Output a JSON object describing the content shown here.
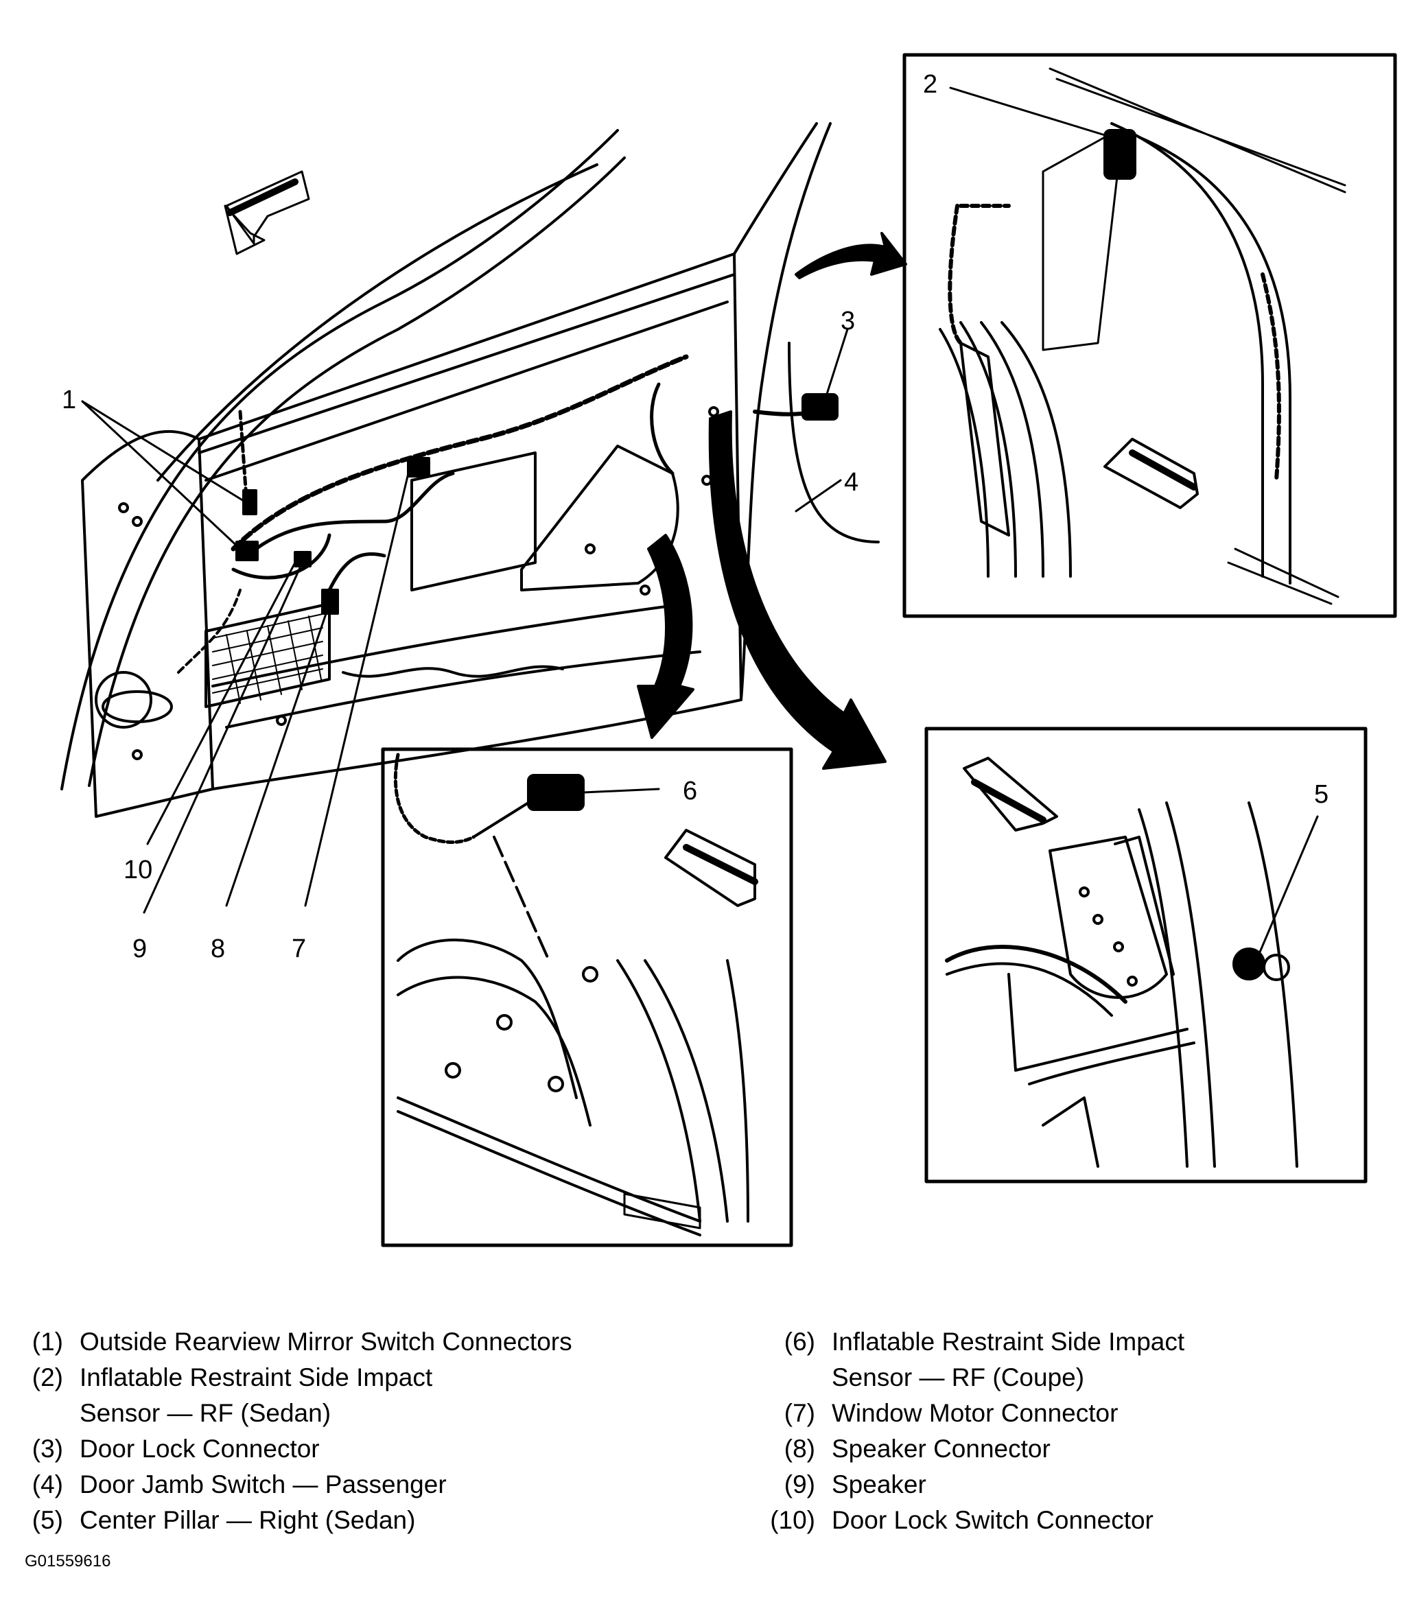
{
  "callouts": {
    "c1": "1",
    "c2": "2",
    "c3": "3",
    "c4": "4",
    "c5": "5",
    "c6": "6",
    "c7": "7",
    "c8": "8",
    "c9": "9",
    "c10": "10"
  },
  "legend": {
    "left": [
      {
        "num": "(1)",
        "lines": [
          "Outside Rearview Mirror Switch Connectors"
        ]
      },
      {
        "num": "(2)",
        "lines": [
          "Inflatable Restraint Side Impact",
          "Sensor — RF (Sedan)"
        ]
      },
      {
        "num": "(3)",
        "lines": [
          "Door Lock Connector"
        ]
      },
      {
        "num": "(4)",
        "lines": [
          "Door Jamb Switch — Passenger"
        ]
      },
      {
        "num": "(5)",
        "lines": [
          "Center Pillar — Right (Sedan)"
        ]
      }
    ],
    "right": [
      {
        "num": "(6)",
        "lines": [
          "Inflatable Restraint Side Impact",
          "Sensor — RF (Coupe)"
        ]
      },
      {
        "num": "(7)",
        "lines": [
          "Window Motor Connector"
        ]
      },
      {
        "num": "(8)",
        "lines": [
          "Speaker Connector"
        ]
      },
      {
        "num": "(9)",
        "lines": [
          "Speaker"
        ]
      },
      {
        "num": "(10)",
        "lines": [
          "Door Lock Switch Connector"
        ]
      }
    ]
  },
  "figure_id": "G01559616"
}
